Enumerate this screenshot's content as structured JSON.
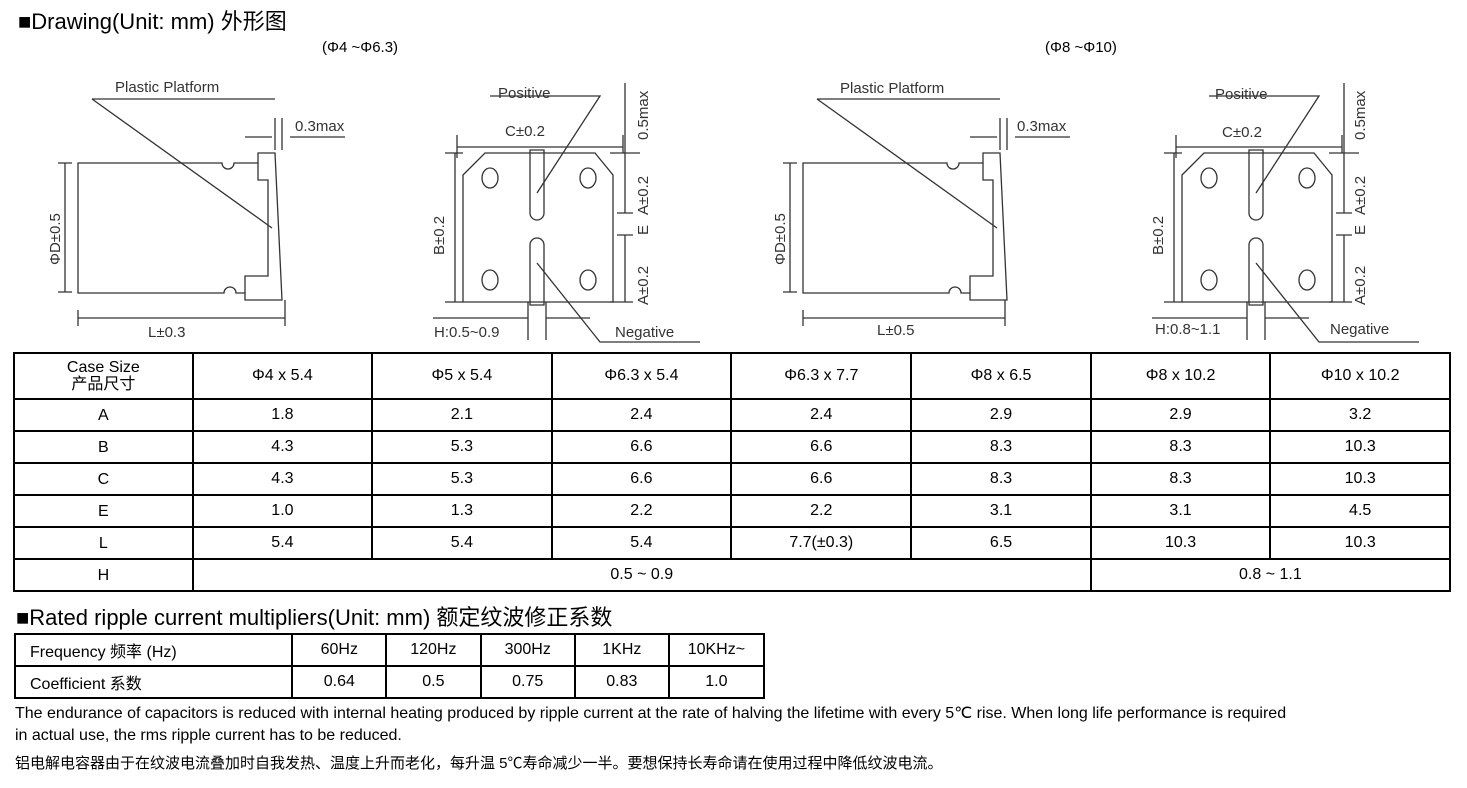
{
  "drawing": {
    "title": "■Drawing(Unit: mm)  外形图",
    "group1": "(Φ4 ~Φ6.3)",
    "group2": "(Φ8 ~Φ10)",
    "plastic_platform": "Plastic Platform",
    "max03": "0.3max",
    "max05": "0.5max",
    "diameter": "ΦD±0.5",
    "l1": "L±0.3",
    "l2": "L±0.5",
    "positive": "Positive",
    "negative": "Negative",
    "c": "C±0.2",
    "b": "B±0.2",
    "a": "A±0.2",
    "e": "E",
    "h1": "H:0.5~0.9",
    "h2": "H:0.8~1.1"
  },
  "case_table": {
    "header_label": "Case Size",
    "header_label_cn": "产品尺寸",
    "sizes": [
      "Φ4 x 5.4",
      "Φ5 x 5.4",
      "Φ6.3 x 5.4",
      "Φ6.3 x 7.7",
      "Φ8 x 6.5",
      "Φ8 x 10.2",
      "Φ10 x 10.2"
    ],
    "rows": [
      {
        "label": "A",
        "values": [
          "1.8",
          "2.1",
          "2.4",
          "2.4",
          "2.9",
          "2.9",
          "3.2"
        ]
      },
      {
        "label": "B",
        "values": [
          "4.3",
          "5.3",
          "6.6",
          "6.6",
          "8.3",
          "8.3",
          "10.3"
        ]
      },
      {
        "label": "C",
        "values": [
          "4.3",
          "5.3",
          "6.6",
          "6.6",
          "8.3",
          "8.3",
          "10.3"
        ]
      },
      {
        "label": "E",
        "values": [
          "1.0",
          "1.3",
          "2.2",
          "2.2",
          "3.1",
          "3.1",
          "4.5"
        ]
      },
      {
        "label": "L",
        "values": [
          "5.4",
          "5.4",
          "5.4",
          "7.7(±0.3)",
          "6.5",
          "10.3",
          "10.3"
        ]
      }
    ],
    "h_row": {
      "label": "H",
      "small": "0.5 ~ 0.9",
      "large": "0.8 ~ 1.1"
    }
  },
  "ripple": {
    "title": "■Rated ripple current multipliers(Unit: mm)  额定纹波修正系数",
    "freq_label": "Frequency  频率  (Hz)",
    "coef_label": "Coefficient    系数",
    "frequencies": [
      "60Hz",
      "120Hz",
      "300Hz",
      "1KHz",
      "10KHz~"
    ],
    "coefficients": [
      "0.64",
      "0.5",
      "0.75",
      "0.83",
      "1.0"
    ]
  },
  "notes": {
    "en1": "The endurance of capacitors is reduced with internal heating produced by ripple current at the rate of halving the lifetime with every 5℃ rise. When long life performance is required",
    "en2": "in actual use, the rms ripple current has to be reduced.",
    "cn": "铝电解电容器由于在纹波电流叠加时自我发热、温度上升而老化，每升温 5℃寿命减少一半。要想保持长寿命请在使用过程中降低纹波电流。"
  }
}
